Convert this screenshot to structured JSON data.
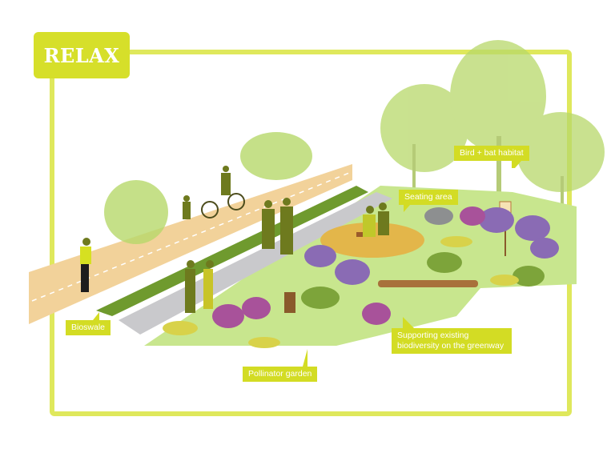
{
  "title": "RELAX",
  "colors": {
    "accent": "#d6df2a",
    "frame": "#dfe85c",
    "path": "#f2d29a",
    "gravel": "#c9c9cc",
    "lawn": "#c8e68e",
    "mulch": "#e3b64a",
    "lavender": "#8a6bb4",
    "pink_flower": "#a8529a",
    "tree": "#b7d86a"
  },
  "callouts": {
    "bird_bat": "Bird + bat habitat",
    "seating": "Seating area",
    "bioswale": "Bioswale",
    "pollinator": "Pollinator garden",
    "supporting": "Supporting existing biodiversity on the greenway"
  }
}
